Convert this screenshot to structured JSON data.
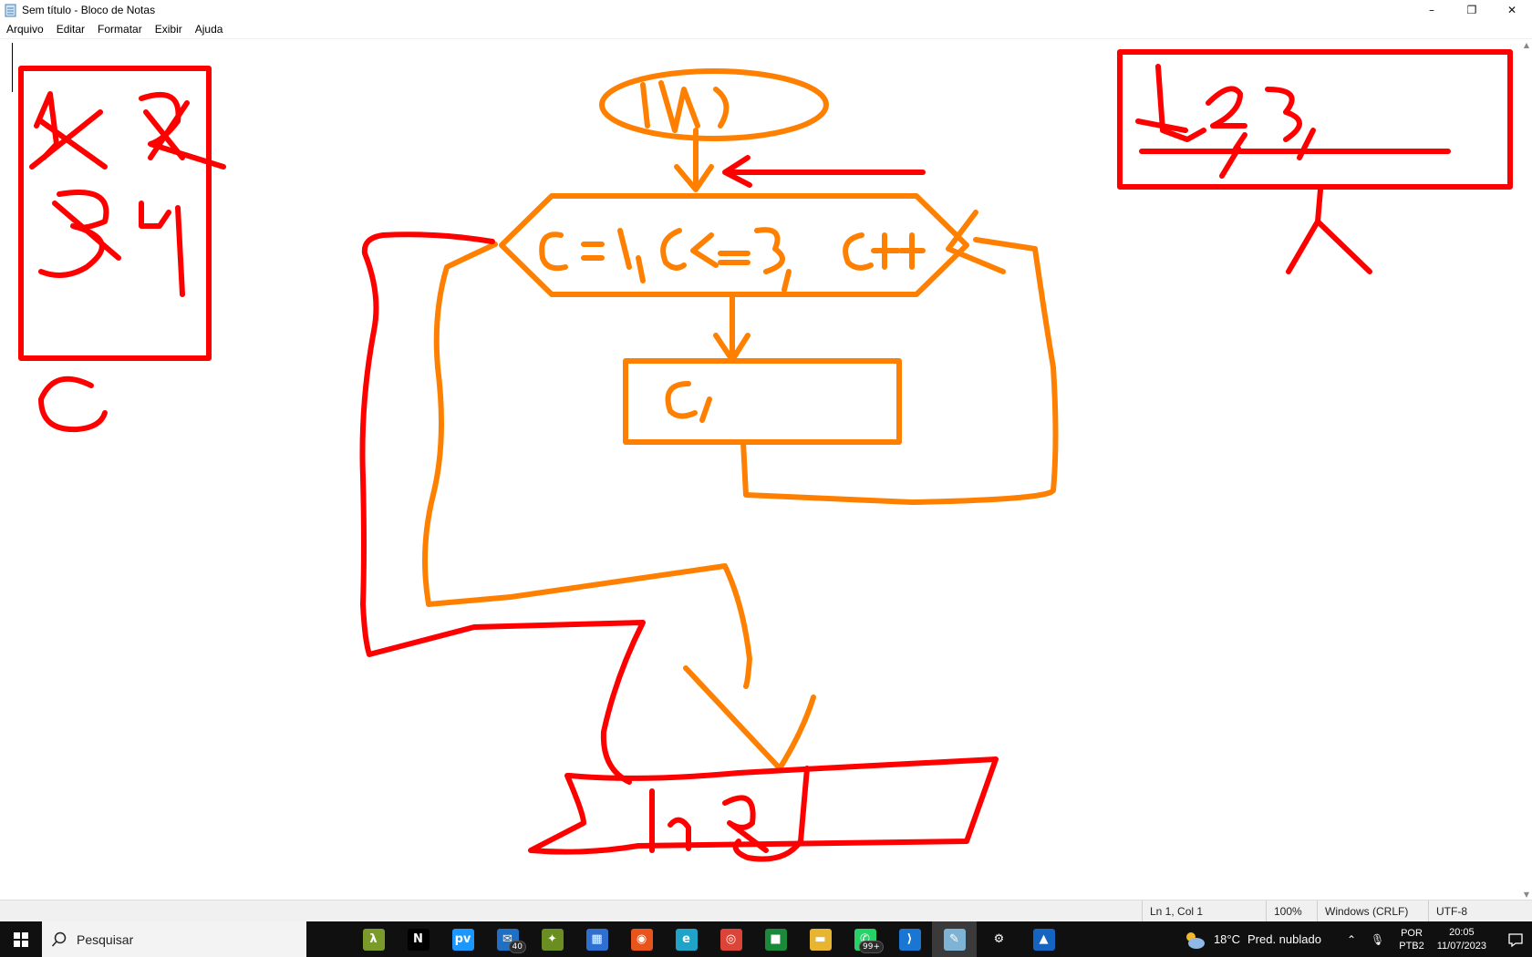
{
  "window": {
    "title": "Sem título - Bloco de Notas",
    "controls": {
      "minimize": "–",
      "maximize": "❐",
      "close": "✕"
    }
  },
  "menu": {
    "items": [
      "Arquivo",
      "Editar",
      "Formatar",
      "Exibir",
      "Ajuda"
    ]
  },
  "drawing": {
    "colors": {
      "red": "#ff0000",
      "orange": "#ff8000"
    },
    "labels": {
      "left_box_letter": "C",
      "start_oval": "INI",
      "loop_condition": "c=1; c<=3; c++",
      "output_box": "c,",
      "top_right_box": "1, 2, 3,",
      "bottom_shape": "FIM"
    }
  },
  "status": {
    "position": "Ln 1, Col 1",
    "zoom": "100%",
    "line_ending": "Windows (CRLF)",
    "encoding": "UTF-8"
  },
  "taskbar": {
    "search_placeholder": "Pesquisar",
    "apps": [
      {
        "name": "task-view-icon",
        "label": "",
        "color": "#101010"
      },
      {
        "name": "lambda-app-icon",
        "label": "λ",
        "color": "#7a9b2a"
      },
      {
        "name": "netflix-icon",
        "label": "N",
        "color": "#000000"
      },
      {
        "name": "prime-video-icon",
        "label": "pv",
        "color": "#1a98ff"
      },
      {
        "name": "mail-icon",
        "label": "✉",
        "color": "#1f6fc4",
        "badge": "40"
      },
      {
        "name": "game-app-icon",
        "label": "✦",
        "color": "#6b8e23"
      },
      {
        "name": "store-icon",
        "label": "▦",
        "color": "#2f6fd0"
      },
      {
        "name": "firefox-icon",
        "label": "◉",
        "color": "#e8541b"
      },
      {
        "name": "edge-icon",
        "label": "e",
        "color": "#1fa3c8"
      },
      {
        "name": "chrome-icon",
        "label": "◎",
        "color": "#db4437"
      },
      {
        "name": "green-app-icon",
        "label": "■",
        "color": "#1a8a3a"
      },
      {
        "name": "file-explorer-icon",
        "label": "▬",
        "color": "#e8b531"
      },
      {
        "name": "whatsapp-icon",
        "label": "✆",
        "color": "#25d366",
        "badge": "99+"
      },
      {
        "name": "vscode-icon",
        "label": "⟩",
        "color": "#1976d2"
      },
      {
        "name": "notepad-icon",
        "label": "✎",
        "color": "#7fb3d5",
        "active": true
      },
      {
        "name": "settings-icon",
        "label": "⚙",
        "color": "#101010"
      },
      {
        "name": "photos-icon",
        "label": "▲",
        "color": "#1565c0"
      }
    ],
    "weather": {
      "temp": "18°C",
      "desc": "Pred. nublado"
    },
    "language": {
      "line1": "POR",
      "line2": "PTB2"
    },
    "clock": {
      "time": "20:05",
      "date": "11/07/2023"
    }
  }
}
